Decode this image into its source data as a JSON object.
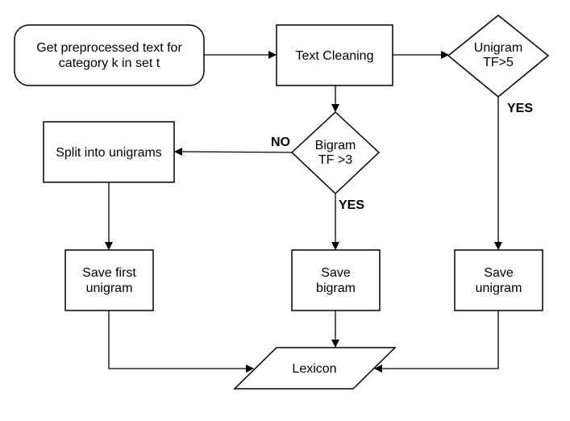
{
  "nodes": {
    "start": {
      "line1": "Get preprocessed text for",
      "line2": "category k in set t"
    },
    "cleaning": {
      "label": "Text Cleaning"
    },
    "unigram_decision": {
      "line1": "Unigram",
      "line2": "TF>5"
    },
    "bigram_decision": {
      "line1": "Bigram",
      "line2": "TF >3"
    },
    "split": {
      "label": "Split into unigrams"
    },
    "save_first": {
      "line1": "Save first",
      "line2": "unigram"
    },
    "save_bigram": {
      "line1": "Save",
      "line2": "bigram"
    },
    "save_unigram": {
      "line1": "Save",
      "line2": "unigram"
    },
    "lexicon": {
      "label": "Lexicon"
    }
  },
  "edge_labels": {
    "unigram_yes": "YES",
    "bigram_yes": "YES",
    "bigram_no": "NO"
  }
}
